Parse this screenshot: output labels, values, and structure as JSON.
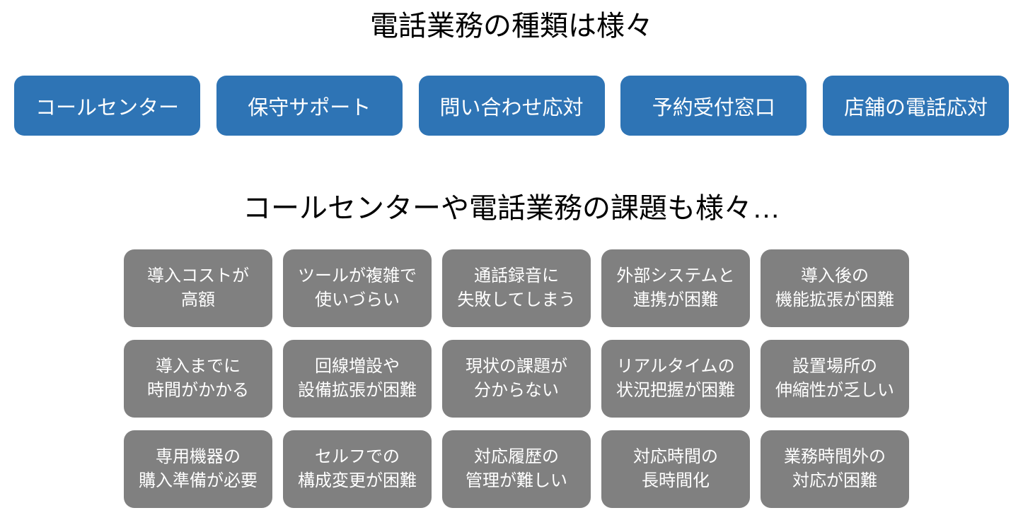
{
  "slide": {
    "background": "#ffffff"
  },
  "colors": {
    "slide_bg": "#ffffff",
    "heading_text": "#000000",
    "type_box_bg": "#2e74b5",
    "issue_box_bg": "#808080",
    "box_text": "#ffffff"
  },
  "types": {
    "title": "電話業務の種類は様々",
    "items": [
      "コールセンター",
      "保守サポート",
      "問い合わせ応対",
      "予約受付窓口",
      "店舗の電話応対"
    ]
  },
  "issues": {
    "title": "コールセンターや電話業務の課題も様々…",
    "items": [
      "導入コストが\n高額",
      "ツールが複雑で\n使いづらい",
      "通話録音に\n失敗してしまう",
      "外部システムと\n連携が困難",
      "導入後の\n機能拡張が困難",
      "導入までに\n時間がかかる",
      "回線増設や\n設備拡張が困難",
      "現状の課題が\n分からない",
      "リアルタイムの\n状況把握が困難",
      "設置場所の\n伸縮性が乏しい",
      "専用機器の\n購入準備が必要",
      "セルフでの\n構成変更が困難",
      "対応履歴の\n管理が難しい",
      "対応時間の\n長時間化",
      "業務時間外の\n対応が困難"
    ]
  }
}
